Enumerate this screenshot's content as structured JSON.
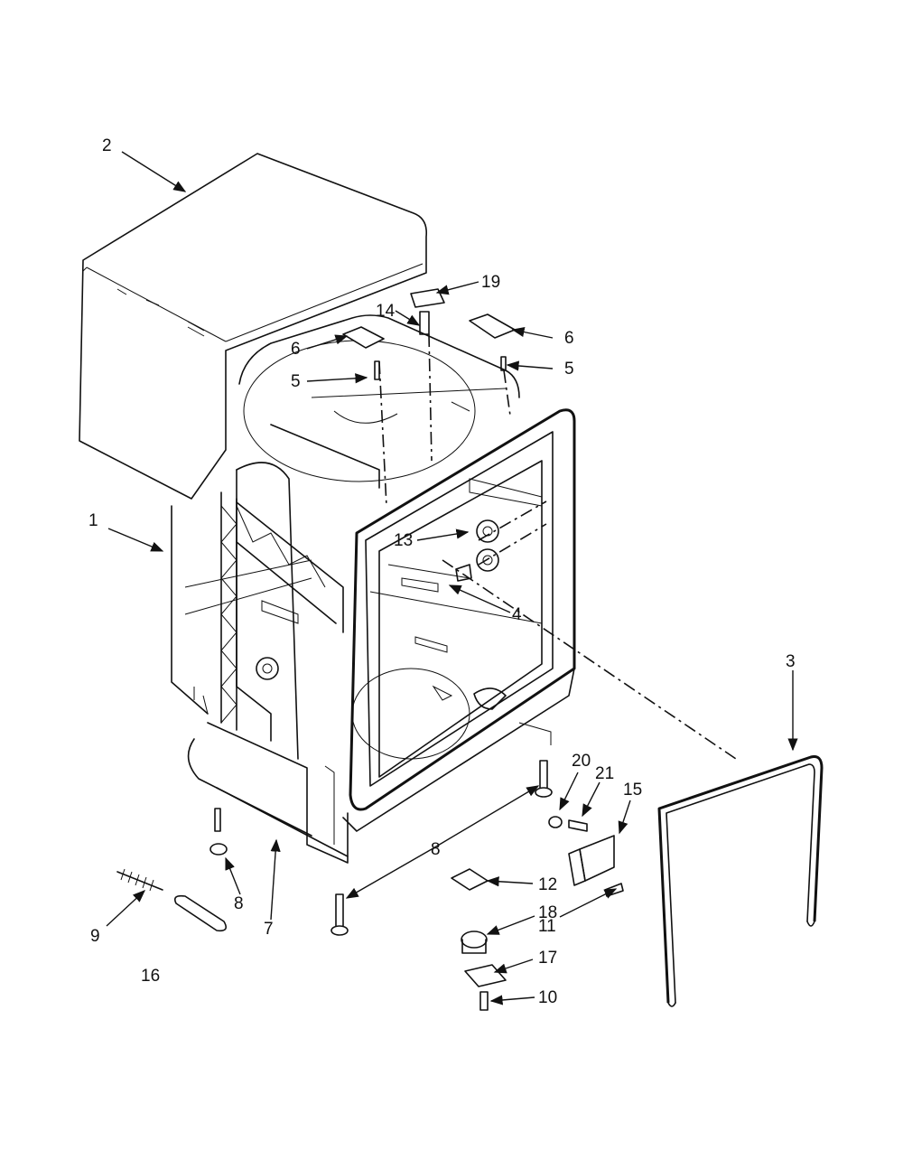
{
  "callouts": {
    "c1": "1",
    "c2": "2",
    "c3": "3",
    "c4": "4",
    "c5a": "5",
    "c5b": "5",
    "c6a": "6",
    "c6b": "6",
    "c7": "7",
    "c8a": "8",
    "c8b": "8",
    "c9": "9",
    "c10": "10",
    "c11": "11",
    "c12": "12",
    "c13": "13",
    "c14": "14",
    "c15": "15",
    "c16": "16",
    "c17": "17",
    "c18": "18",
    "c19": "19",
    "c20": "20",
    "c21": "21"
  }
}
